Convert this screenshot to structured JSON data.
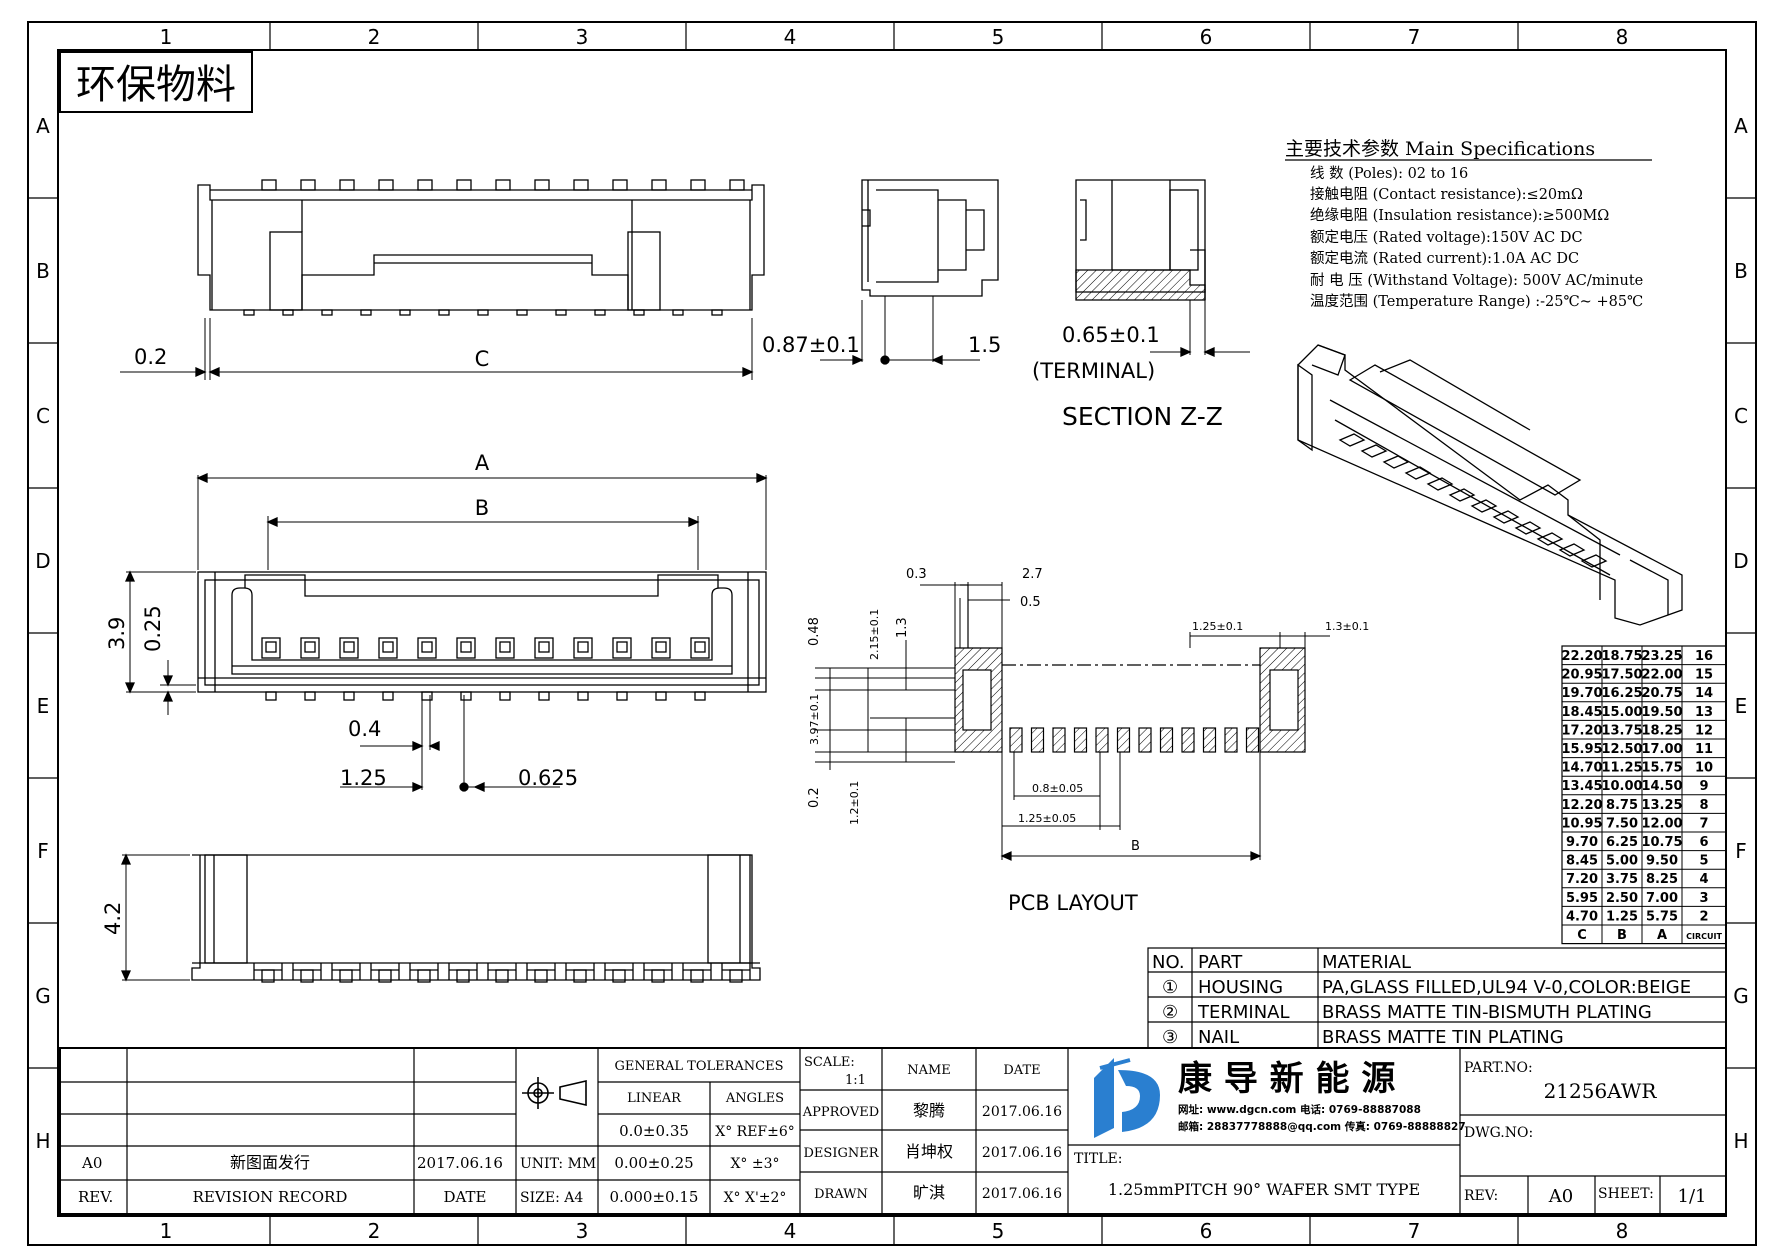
{
  "frame": {
    "cols": [
      "1",
      "2",
      "3",
      "4",
      "5",
      "6",
      "7",
      "8"
    ],
    "rows": [
      "A",
      "B",
      "C",
      "D",
      "E",
      "F",
      "G",
      "H"
    ]
  },
  "stamp": "环保物料",
  "specs": {
    "title": "主要技术参数 Main Specifications",
    "lines": [
      "线   数 (Poles): 02 to 16",
      "接触电阻 (Contact resistance):≤20mΩ",
      "绝缘电阻 (Insulation resistance):≥500MΩ",
      "额定电压 (Rated voltage):150V AC DC",
      "额定电流 (Rated current):1.0A AC DC",
      "耐 电 压 (Withstand Voltage): 500V AC/minute",
      "温度范围 (Temperature Range) :-25℃~ +85℃"
    ]
  },
  "dims": {
    "top_0_2": "0.2",
    "top_c": "C",
    "side_087": "0.87±0.1",
    "side_15": "1.5",
    "sec_065": "0.65±0.1",
    "sec_terminal": "(TERMINAL)",
    "section": "SECTION Z-Z",
    "front_a": "A",
    "front_b": "B",
    "front_39": "3.9",
    "front_025": "0.25",
    "front_04": "0.4",
    "front_125": "1.25",
    "front_0625": "0.625",
    "bot_42": "4.2",
    "pcb_03": "0.3",
    "pcb_27": "2.7",
    "pcb_05": "0.5",
    "pcb_048": "0.48",
    "pcb_215": "2.15±0.1",
    "pcb_13": "1.3",
    "pcb_397": "3.97±0.1",
    "pcb_02": "0.2",
    "pcb_12": "1.2±0.1",
    "pcb_125a": "1.25±0.1",
    "pcb_13b": "1.3±0.1",
    "pcb_08": "0.8±0.05",
    "pcb_125b": "1.25±0.05",
    "pcb_b": "B",
    "pcb_title": "PCB LAYOUT"
  },
  "dim_table": {
    "rows": [
      [
        "22.20",
        "18.75",
        "23.25",
        "16"
      ],
      [
        "20.95",
        "17.50",
        "22.00",
        "15"
      ],
      [
        "19.70",
        "16.25",
        "20.75",
        "14"
      ],
      [
        "18.45",
        "15.00",
        "19.50",
        "13"
      ],
      [
        "17.20",
        "13.75",
        "18.25",
        "12"
      ],
      [
        "15.95",
        "12.50",
        "17.00",
        "11"
      ],
      [
        "14.70",
        "11.25",
        "15.75",
        "10"
      ],
      [
        "13.45",
        "10.00",
        "14.50",
        "9"
      ],
      [
        "12.20",
        "8.75",
        "13.25",
        "8"
      ],
      [
        "10.95",
        "7.50",
        "12.00",
        "7"
      ],
      [
        "9.70",
        "6.25",
        "10.75",
        "6"
      ],
      [
        "8.45",
        "5.00",
        "9.50",
        "5"
      ],
      [
        "7.20",
        "3.75",
        "8.25",
        "4"
      ],
      [
        "5.95",
        "2.50",
        "7.00",
        "3"
      ],
      [
        "4.70",
        "1.25",
        "5.75",
        "2"
      ]
    ],
    "header": [
      "C",
      "B",
      "A",
      "CIRCUIT"
    ]
  },
  "bom": {
    "header": [
      "NO.",
      "PART",
      "MATERIAL"
    ],
    "rows": [
      [
        "①",
        "HOUSING",
        "PA,GLASS FILLED,UL94 V-0,COLOR:BEIGE"
      ],
      [
        "②",
        "TERMINAL",
        "BRASS MATTE TIN-BISMUTH PLATING"
      ],
      [
        "③",
        "NAIL",
        "BRASS MATTE TIN PLATING"
      ]
    ]
  },
  "title_block": {
    "rev_row": [
      "A0",
      "新图面发行",
      "2017.06.16"
    ],
    "rev_hdr": [
      "REV.",
      "REVISION RECORD",
      "DATE"
    ],
    "unit": "UNIT: MM",
    "size": "SIZE: A4",
    "tol_title": "GENERAL TOLERANCES",
    "tol_linear": "LINEAR",
    "tol_angles": "ANGLES",
    "tol_l": [
      "0.0±0.35",
      "0.00±0.25",
      "0.000±0.15"
    ],
    "tol_a": [
      "X° REF±6°",
      "X° ±3°",
      "X° X'±2°"
    ],
    "scale_lbl": "SCALE:",
    "scale_val": "1:1",
    "name_hdr": "NAME",
    "date_hdr": "DATE",
    "people": [
      [
        "APPROVED",
        "黎腾",
        "2017.06.16"
      ],
      [
        "DESIGNER",
        "肖坤权",
        "2017.06.16"
      ],
      [
        "DRAWN",
        "旷淇",
        "2017.06.16"
      ]
    ],
    "company": "康 导 新 能 源",
    "contact1": "网址: www.dgcn.com  电话: 0769-88887088",
    "contact2": "邮箱: 28837778888@qq.com  传真: 0769-88888827",
    "title_lbl": "TITLE:",
    "title_val": "1.25mmPITCH 90° WAFER SMT TYPE",
    "part_lbl": "PART.NO:",
    "part_val": "21256AWR",
    "dwg_lbl": "DWG.NO:",
    "rev_lbl": "REV:",
    "rev_val": "A0",
    "sheet_lbl": "SHEET:",
    "sheet_val": "1/1"
  }
}
